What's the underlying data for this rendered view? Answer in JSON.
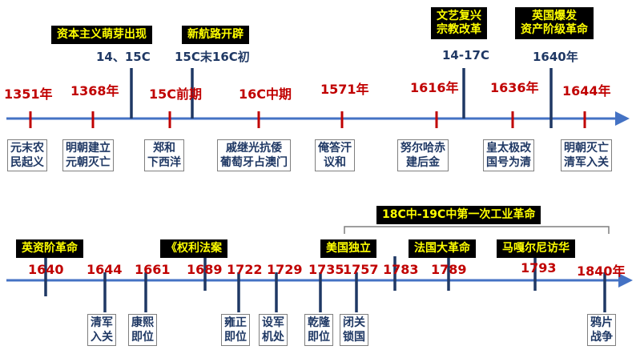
{
  "colors": {
    "axis": "#4472c4",
    "tick": "#c00000",
    "marker": "#1f3864",
    "banner_bg": "#000000",
    "banner_fg": "#ffff00"
  },
  "top": {
    "banners": {
      "capitalism": "资本主义萌芽出现",
      "new_routes": "新航路开辟",
      "renaissance": [
        "文艺复兴",
        "宗教改革"
      ],
      "english_rev": [
        "英国爆发",
        "资产阶级革命"
      ]
    },
    "period_labels": {
      "c14_15": "14、15C",
      "c15_16": "15C末16C初",
      "c14_17": "14-17C",
      "y1640": "1640年"
    },
    "years": [
      "1351年",
      "1368年",
      "15C前期",
      "16C中期",
      "1571年",
      "1616年",
      "1636年",
      "1644年"
    ],
    "events": [
      [
        "元末农",
        "民起义"
      ],
      [
        "明朝建立",
        "元朝灭亡"
      ],
      [
        "郑和",
        "下西洋"
      ],
      [
        "戚继光抗倭",
        "葡萄牙占澳门"
      ],
      [
        "俺答汗",
        "议和"
      ],
      [
        "努尔哈赤",
        "建后金"
      ],
      [
        "皇太极改",
        "国号为清"
      ],
      [
        "明朝灭亡",
        "清军入关"
      ]
    ]
  },
  "bottom": {
    "banners": {
      "industrial": "18C中-19C中第一次工业革命",
      "english_rev": "英资阶革命",
      "bill_of_rights": "《权利法案",
      "american": "美国独立",
      "french": "法国大革命",
      "macartney": "马嘎尔尼访华"
    },
    "years": [
      "1640",
      "1644",
      "1661",
      "1689",
      "1722",
      "1729",
      "1735",
      "1757",
      "1783",
      "1789",
      "1793",
      "1840年"
    ],
    "events": [
      [
        "清军",
        "入关"
      ],
      [
        "康熙",
        "即位"
      ],
      [
        "雍正",
        "即位"
      ],
      [
        "设军",
        "机处"
      ],
      [
        "乾隆",
        "即位"
      ],
      [
        "闭关",
        "锁国"
      ],
      [
        "鸦片",
        "战争"
      ]
    ]
  }
}
